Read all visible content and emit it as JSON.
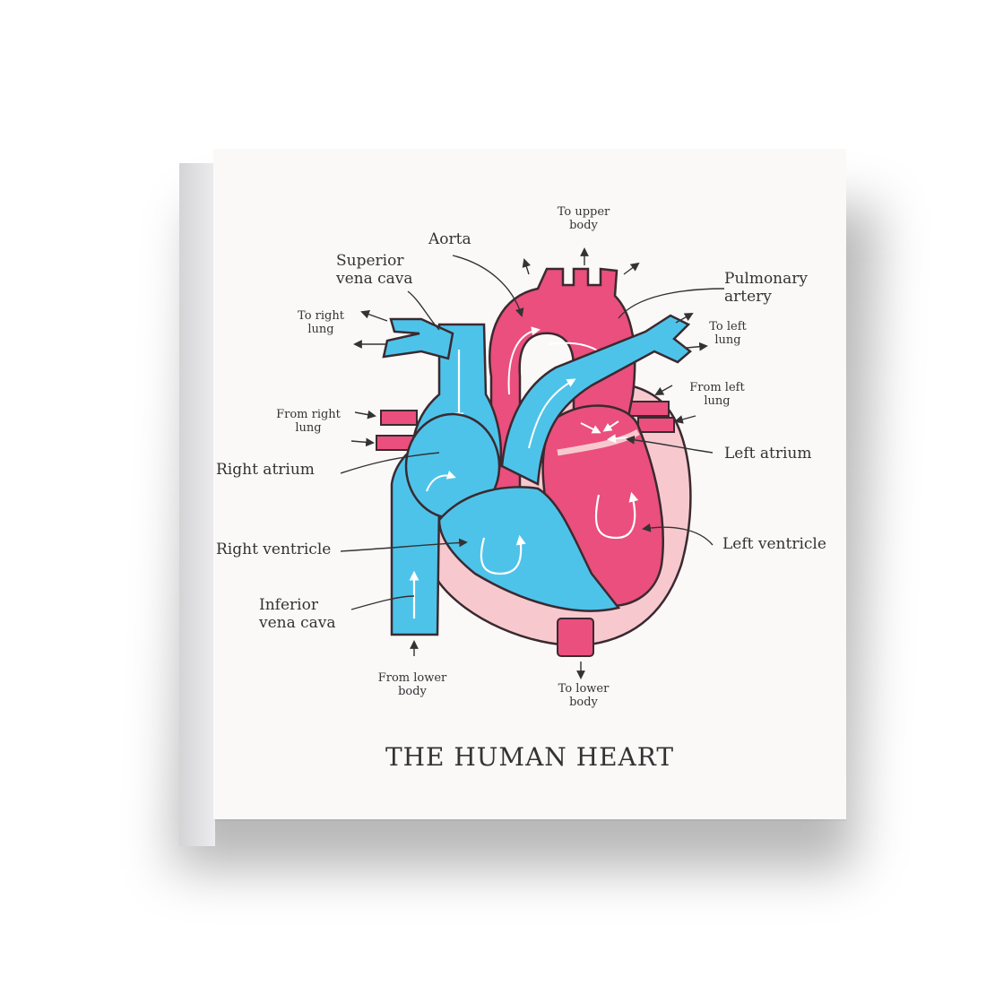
{
  "diagram": {
    "title": "THE HUMAN HEART",
    "colors": {
      "oxygen_poor": "#4ec3ea",
      "oxygen_rich": "#ea4f7d",
      "outline": "#3a2a30",
      "wall": "#f7c9cf",
      "text": "#333333"
    },
    "labels": {
      "aorta": "Aorta",
      "superior_vena_cava": "Superior\nvena cava",
      "pulmonary_artery": "Pulmonary\nartery",
      "to_upper_body": "To upper\nbody",
      "to_right_lung": "To right\nlung",
      "to_left_lung": "To left\nlung",
      "from_right_lung": "From right\nlung",
      "from_left_lung": "From left\nlung",
      "right_atrium": "Right atrium",
      "left_atrium": "Left atrium",
      "right_ventricle": "Right ventricle",
      "left_ventricle": "Left ventricle",
      "inferior_vena_cava": "Inferior\nvena cava",
      "from_lower_body": "From lower\nbody",
      "to_lower_body": "To lower\nbody"
    }
  }
}
